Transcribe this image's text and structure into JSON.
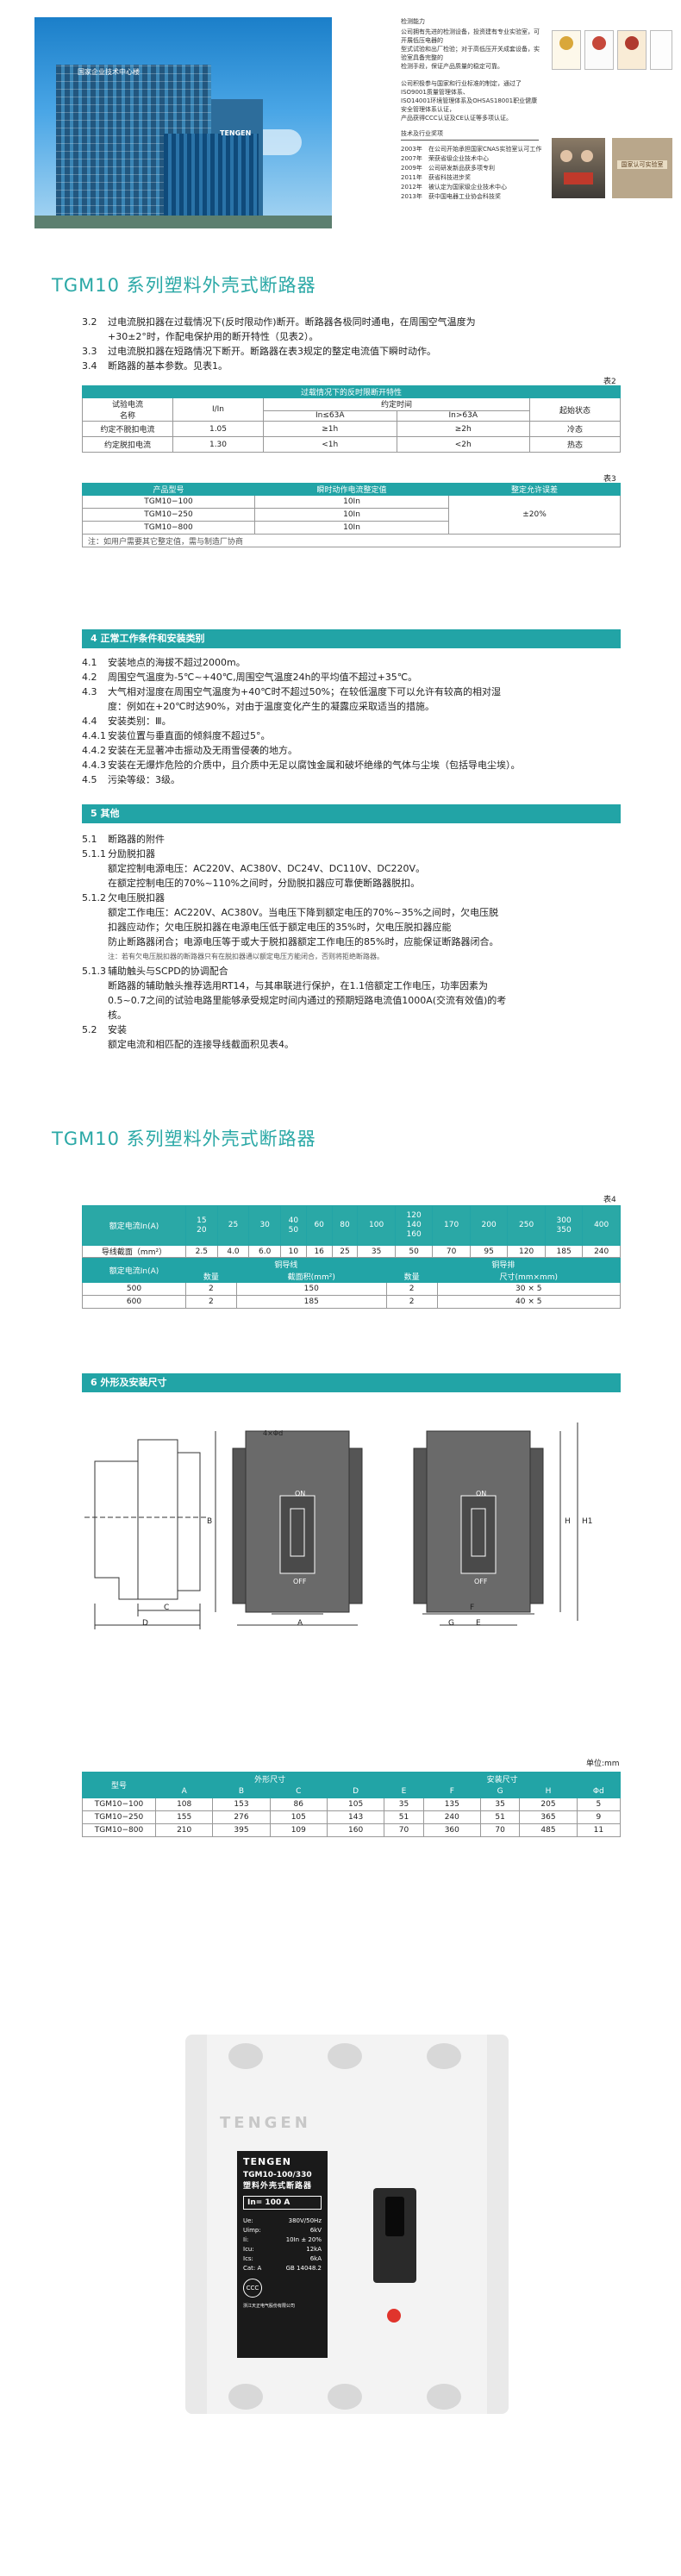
{
  "header": {
    "building_sign": "国家企业技术中心楼",
    "tengen_sign": "TENGEN",
    "tech_title": "检测能力",
    "tech_lines": [
      "公司拥有先进的检测设备，投资建有专业实验室，可开展低压电器的",
      "型式试验和出厂检验；对于高低压开关成套设备，实验室具备完整的",
      "检测手段，保证产品质量的稳定可靠。",
      "",
      "公司积极参与国家和行业标准的制定，通过了ISO9001质量管理体系、",
      "ISO14001环境管理体系及OHSAS18001职业健康安全管理体系认证，",
      "产品获得CCC认证及CE认证等多项认证。"
    ],
    "honor_title": "技术及行业奖项",
    "honors": [
      {
        "year": "2003年",
        "text": "在公司开始承担国家CNAS实验室认可工作"
      },
      {
        "year": "2007年",
        "text": "荣获省级企业技术中心"
      },
      {
        "year": "2009年",
        "text": "公司研发新品获多项专利"
      },
      {
        "year": "2011年",
        "text": "获省科技进步奖"
      },
      {
        "year": "2012年",
        "text": "被认定为国家级企业技术中心"
      },
      {
        "year": "2013年",
        "text": "获中国电器工业协会科技奖"
      }
    ],
    "photo_banner": "国家认可实验室"
  },
  "section1": {
    "title": "TGM10 系列塑料外壳式断路器",
    "paras": [
      {
        "num": "3.2",
        "text": "过电流脱扣器在过载情况下(反时限动作)断开。断路器各极同时通电，在周围空气温度为"
      },
      {
        "num": "",
        "text": "+30±2°时，作配电保护用的断开特性（见表2）。"
      },
      {
        "num": "3.3",
        "text": "过电流脱扣器在短路情况下断开。断路器在表3规定的整定电流值下瞬时动作。"
      },
      {
        "num": "3.4",
        "text": "断路器的基本参数。见表1。"
      }
    ],
    "table2": {
      "label": "表2",
      "title": "过载情况下的反时限断开特性",
      "h_test": "试验电流",
      "h_name": "名称",
      "h_ratio": "I/In",
      "h_time": "约定时间",
      "h_le63": "In≤63A",
      "h_gt63": "In>63A",
      "h_start": "起始状态",
      "rows": [
        {
          "name": "约定不脱扣电流",
          "ratio": "1.05",
          "le": "≥1h",
          "gt": "≥2h",
          "state": "冷态"
        },
        {
          "name": "约定脱扣电流",
          "ratio": "1.30",
          "le": "<1h",
          "gt": "<2h",
          "state": "热态"
        }
      ]
    },
    "table3": {
      "label": "表3",
      "h1": "产品型号",
      "h2": "瞬时动作电流整定值",
      "h3": "整定允许误差",
      "rows": [
        {
          "model": "TGM10−100",
          "val": "10In"
        },
        {
          "model": "TGM10−250",
          "val": "10In"
        },
        {
          "model": "TGM10−800",
          "val": "10In"
        }
      ],
      "tol": "±20%",
      "note": "注：如用户需要其它整定值，需与制造厂协商"
    }
  },
  "section4": {
    "title": "4  正常工作条件和安装类别",
    "paras": [
      {
        "num": "4.1",
        "text": "安装地点的海拔不超过2000m。"
      },
      {
        "num": "4.2",
        "text": "周围空气温度为-5℃~+40℃,周围空气温度24h的平均值不超过+35℃。"
      },
      {
        "num": "4.3",
        "text": "大气相对湿度在周围空气温度为+40℃时不超过50%；在较低温度下可以允许有较高的相对湿"
      },
      {
        "num": "",
        "text": "度：例如在+20℃时达90%，对由于温度变化产生的凝露应采取适当的措施。"
      },
      {
        "num": "4.4",
        "text": "安装类别：Ⅲ。"
      },
      {
        "num": "4.4.1",
        "text": "安装位置与垂直面的倾斜度不超过5°。"
      },
      {
        "num": "4.4.2",
        "text": "安装在无显著冲击振动及无雨雪侵袭的地方。"
      },
      {
        "num": "4.4.3",
        "text": "安装在无爆炸危险的介质中，且介质中无足以腐蚀金属和破坏绝缘的气体与尘埃（包括导电尘埃）。"
      },
      {
        "num": "4.5",
        "text": "污染等级：3级。"
      }
    ]
  },
  "section5": {
    "title": "5  其他",
    "paras": [
      {
        "num": "5.1",
        "text": "断路器的附件"
      },
      {
        "num": "5.1.1",
        "text": "分励脱扣器"
      },
      {
        "num": "",
        "text": "额定控制电源电压：AC220V、AC380V、DC24V、DC110V、DC220V。"
      },
      {
        "num": "",
        "text": "在额定控制电压的70%~110%之间时，分励脱扣器应可靠使断路器脱扣。"
      },
      {
        "num": "5.1.2",
        "text": "欠电压脱扣器"
      },
      {
        "num": "",
        "text": "额定工作电压：AC220V、AC380V。当电压下降到额定电压的70%~35%之间时，欠电压脱"
      },
      {
        "num": "",
        "text": "扣器应动作；欠电压脱扣器在电源电压低于额定电压的35%时，欠电压脱扣器应能"
      },
      {
        "num": "",
        "text": "防止断路器闭合；电源电压等于或大于脱扣器额定工作电压的85%时，应能保证断路器闭合。"
      },
      {
        "num": "",
        "text": "注：若有欠电压脱扣器的断路器只有在脱扣器通以额定电压方能闭合，否则将拒绝断路器。",
        "small": true
      },
      {
        "num": "5.1.3",
        "text": "辅助触头与SCPD的协调配合"
      },
      {
        "num": "",
        "text": "断路器的辅助触头推荐选用RT14，与其串联进行保护，在1.1倍额定工作电压，功率因素为"
      },
      {
        "num": "",
        "text": "0.5~0.7之间的试验电路里能够承受规定时间内通过的预期短路电流值1000A(交流有效值)的考"
      },
      {
        "num": "",
        "text": "核。"
      },
      {
        "num": "5.2",
        "text": "安装"
      },
      {
        "num": "",
        "text": "额定电流和相匹配的连接导线截面积见表4。"
      }
    ]
  },
  "section2_title": "TGM10 系列塑料外壳式断路器",
  "table4": {
    "label": "表4",
    "h_rated": "额定电流In(A)",
    "currents": [
      "15\n20",
      "25",
      "30",
      "40\n50",
      "60",
      "80",
      "100",
      "120\n140\n160",
      "170",
      "200",
      "250",
      "300\n350",
      "400"
    ],
    "h_wire": "导线截面（mm²）",
    "wires": [
      "2.5",
      "4.0",
      "6.0",
      "10",
      "16",
      "25",
      "35",
      "50",
      "70",
      "95",
      "120",
      "185",
      "240"
    ],
    "h_rated2": "额定电流In(A)",
    "h_cable": "铜导线",
    "h_bar": "铜导排",
    "h_count": "数量",
    "h_area": "截面积(mm²)",
    "h_count2": "数量",
    "h_size": "尺寸(mm×mm)",
    "rows": [
      {
        "i": "500",
        "c": "2",
        "a": "150",
        "c2": "2",
        "s": "30 × 5"
      },
      {
        "i": "600",
        "c": "2",
        "a": "185",
        "c2": "2",
        "s": "40 × 5"
      }
    ]
  },
  "section6": {
    "title": "6  外形及安装尺寸",
    "dim_labels": {
      "C": "C",
      "D": "D",
      "A": "A",
      "B": "B",
      "H": "H",
      "F": "F",
      "E": "E",
      "G": "G",
      "OFF": "OFF",
      "ON": "ON",
      "hole": "4×Φd",
      "H1": "H1"
    },
    "unit": "单位:mm",
    "h_model": "型号",
    "h_outer": "外形尺寸",
    "h_mount": "安装尺寸",
    "cols": [
      "A",
      "B",
      "C",
      "D",
      "E",
      "F",
      "G",
      "H",
      "Φd"
    ],
    "rows": [
      {
        "model": "TGM10−100",
        "v": [
          "108",
          "153",
          "86",
          "105",
          "35",
          "135",
          "35",
          "205",
          "5"
        ]
      },
      {
        "model": "TGM10−250",
        "v": [
          "155",
          "276",
          "105",
          "143",
          "51",
          "240",
          "51",
          "365",
          "9"
        ]
      },
      {
        "model": "TGM10−800",
        "v": [
          "210",
          "395",
          "109",
          "160",
          "70",
          "360",
          "70",
          "485",
          "11"
        ]
      }
    ]
  },
  "product": {
    "brand_emboss": "TENGEN",
    "brand": "TENGEN",
    "model": "TGM10-100/330",
    "name": "塑料外壳式断路器",
    "rating": "In= 100  A",
    "specs": [
      {
        "k": "Ue:",
        "v": "380V/50Hz"
      },
      {
        "k": "Uimp:",
        "v": "6kV"
      },
      {
        "k": "Ii:",
        "v": "10In ± 20%"
      },
      {
        "k": "Icu:",
        "v": "12kA"
      },
      {
        "k": "Ics:",
        "v": "6kA"
      },
      {
        "k": "Cat: A",
        "v": "GB 14048.2"
      }
    ],
    "maker": "浙江天正电气股份有限公司",
    "cert": "CCC"
  }
}
